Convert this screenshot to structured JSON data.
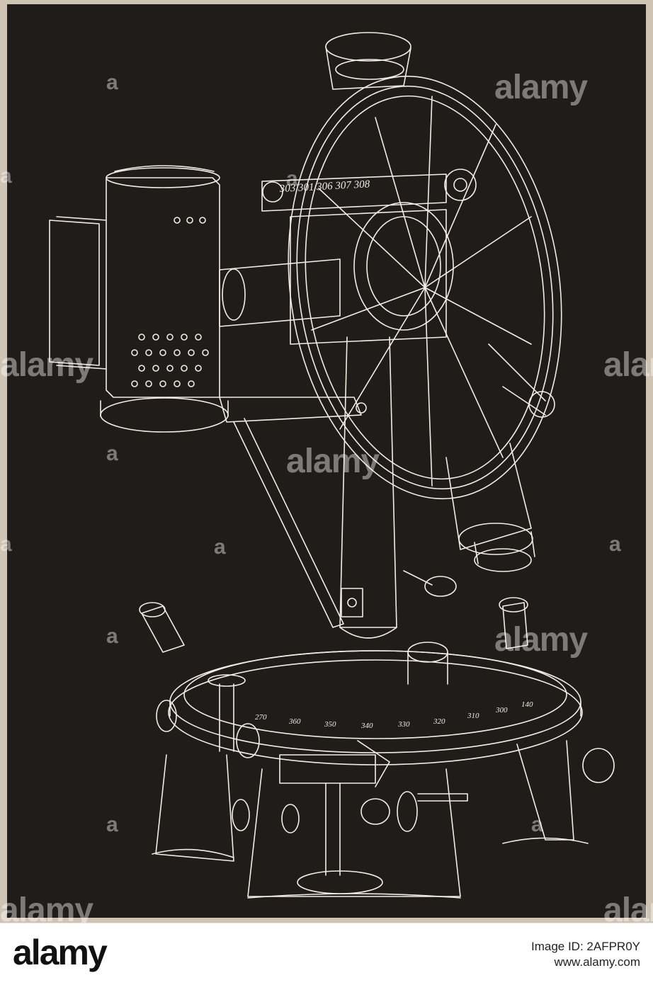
{
  "image": {
    "subject": "antique theodolite engraving",
    "palette": {
      "background": "#1f1c1a",
      "linework": "#f2ede4",
      "frame": "#cfc4b4"
    }
  },
  "watermark": {
    "text": "alamy",
    "icon_name": "alamy-a-icon",
    "color": "rgba(255,255,255,0.42)"
  },
  "scale_text": {
    "vertical_reading": "303 301 306 307 308",
    "horizontal_ticks": [
      "270",
      "360",
      "350",
      "340",
      "330",
      "320",
      "310",
      "300",
      "140"
    ]
  },
  "footer": {
    "logo": "alamy",
    "image_id": "Image ID: 2AFPR0Y",
    "site": "www.alamy.com"
  }
}
